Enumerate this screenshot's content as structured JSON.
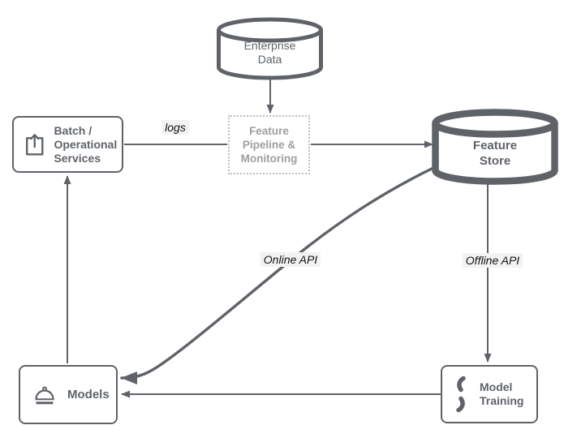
{
  "nodes": {
    "enterprise_data": {
      "label": "Enterprise Data"
    },
    "batch_services": {
      "label": "Batch / Operational Services"
    },
    "feature_pipeline": {
      "label": "Feature Pipeline & Monitoring"
    },
    "feature_store": {
      "label": "Feature Store"
    },
    "models": {
      "label": "Models"
    },
    "model_training": {
      "label": "Model Training"
    }
  },
  "edge_labels": {
    "logs": "logs",
    "online_api": "Online API",
    "offline_api": "Offline API"
  },
  "icons": {
    "batch_services": "upload-icon",
    "models": "cloche-icon",
    "model_training": "training-icon",
    "enterprise_data": "database-cylinder",
    "feature_store": "database-cylinder-bold"
  },
  "colors": {
    "stroke_dark": "#5f6368",
    "muted_text": "#9e9e9e",
    "dashed_border": "#bdbdbd",
    "edge_label_bg": "#f2f2f2",
    "edge_label_text": "#111111",
    "background": "#ffffff"
  }
}
